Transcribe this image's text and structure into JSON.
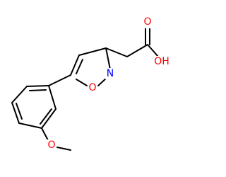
{
  "colors": {
    "bond": "#000000",
    "oxygen": "#ff0000",
    "nitrogen": "#0000ff",
    "background": "#ffffff"
  },
  "atoms": {
    "acid_oxygen_double": {
      "label": "O",
      "element": "oxygen"
    },
    "acid_hydroxyl": {
      "label": "OH",
      "element": "oxygen"
    },
    "ring_nitrogen": {
      "label": "N",
      "element": "nitrogen"
    },
    "ring_oxygen": {
      "label": "O",
      "element": "oxygen"
    },
    "methoxy_oxygen": {
      "label": "O",
      "element": "oxygen"
    }
  }
}
